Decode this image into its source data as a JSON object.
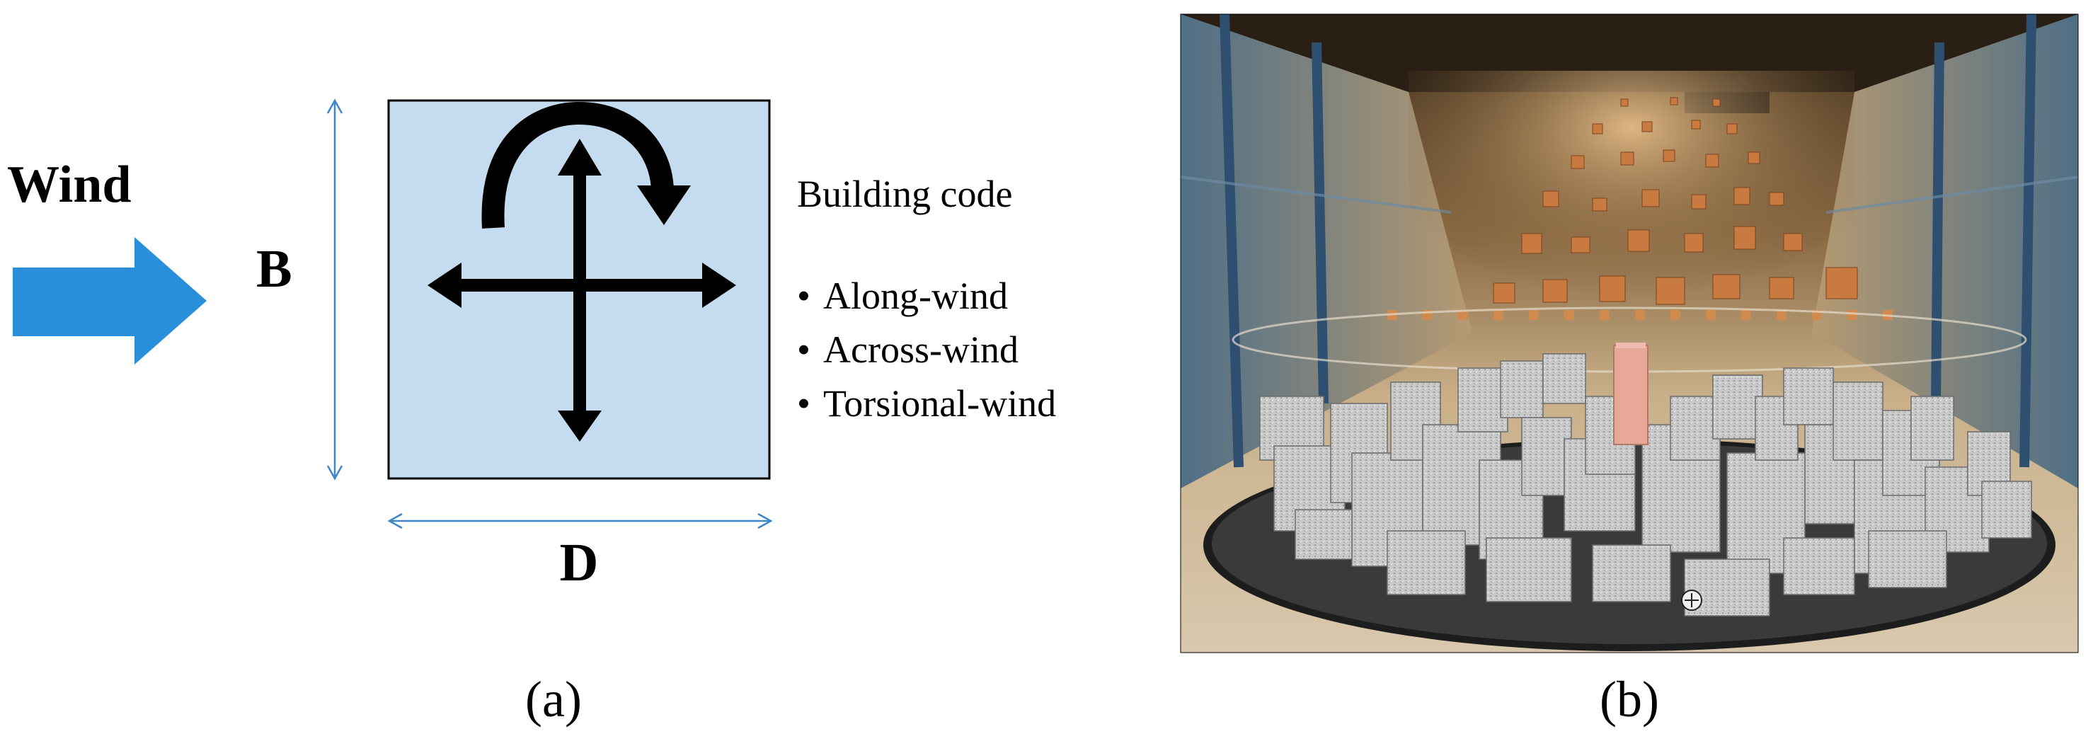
{
  "panel_a": {
    "wind_label": "Wind",
    "b_label": "B",
    "d_label": "D",
    "building_code_title": "Building code",
    "building_code_items": [
      "Along-wind",
      "Across-wind",
      "Torsional-wind"
    ],
    "caption": "(a)",
    "colors": {
      "wind_arrow": "#2A8FDB",
      "building_fill": "#C5DBF0",
      "dimension_lines": "#3F86C9",
      "force_arrows": "#000000"
    },
    "icons": [
      "wind-arrow-icon",
      "torsion-arrow-icon",
      "along-wind-arrow-icon",
      "across-wind-arrow-icon",
      "dimension-arrow-icon"
    ]
  },
  "panel_b": {
    "caption": "(b)",
    "photo_subject": "wind-tunnel-city-model-photo"
  }
}
